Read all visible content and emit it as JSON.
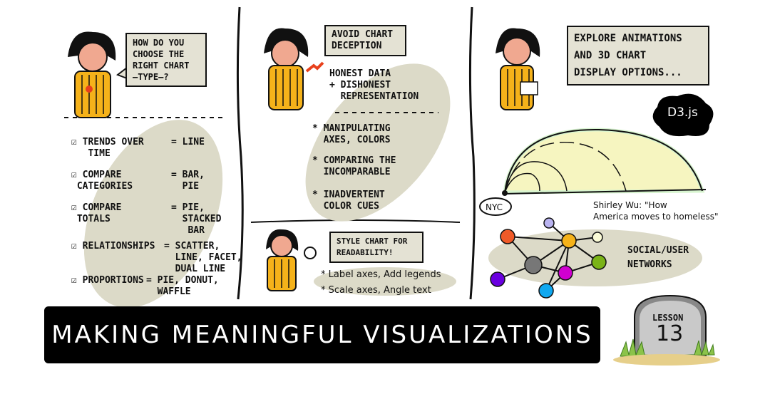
{
  "colors": {
    "accent_yellow": "#f5b21a",
    "ellipse_beige": "#dcdac8",
    "arc_fill": "#f6f5c0",
    "arc_glow": "#d8f5d0",
    "banner": "#000000"
  },
  "left": {
    "question": "HOW DO YOU\nCHOOSE THE\nRIGHT CHART\n—TYPE—?",
    "items": [
      {
        "use": "TRENDS OVER\n   TIME",
        "chart": "= LINE"
      },
      {
        "use": "COMPARE\n CATEGORIES",
        "chart": "= BAR,\n  PIE"
      },
      {
        "use": "COMPARE\n TOTALS",
        "chart": "= PIE,\n  STACKED\n   BAR"
      },
      {
        "use": "RELATIONSHIPS",
        "chart": "= SCATTER,\n  LINE, FACET,\n  DUAL LINE"
      },
      {
        "use": "PROPORTIONS",
        "chart": "= PIE, DONUT,\n  WAFFLE"
      }
    ]
  },
  "middle": {
    "title": "AVOID CHART\nDECEPTION",
    "honest": "HONEST DATA\n+ DISHONEST\n  REPRESENTATION",
    "points": [
      "* MANIPULATING\n  AXES, COLORS",
      "* COMPARING THE\n  INCOMPARABLE",
      "* INADVERTENT\n  COLOR CUES"
    ],
    "style_title": "STYLE CHART FOR\nREADABILITY!",
    "style_points": [
      "* Label axes, Add legends",
      "* Scale axes, Angle text"
    ]
  },
  "right": {
    "title": "EXPLORE ANIMATIONS\nAND 3D CHART\nDISPLAY OPTIONS...",
    "d3": "D3.js",
    "origin": "NYC",
    "credit": "Shirley Wu: \"How\nAmerica moves to homeless\"",
    "network": "SOCIAL/USER\nNETWORKS",
    "node_colors": [
      "#f05a28",
      "#b9b3f0",
      "#f5b21a",
      "#fbfbd6",
      "#777777",
      "#7ab317",
      "#d000d0",
      "#6a00e0",
      "#10a8f0"
    ]
  },
  "banner": "MAKING MEANINGFUL VISUALIZATIONS",
  "lesson": {
    "label": "LESSON",
    "number": "13"
  }
}
